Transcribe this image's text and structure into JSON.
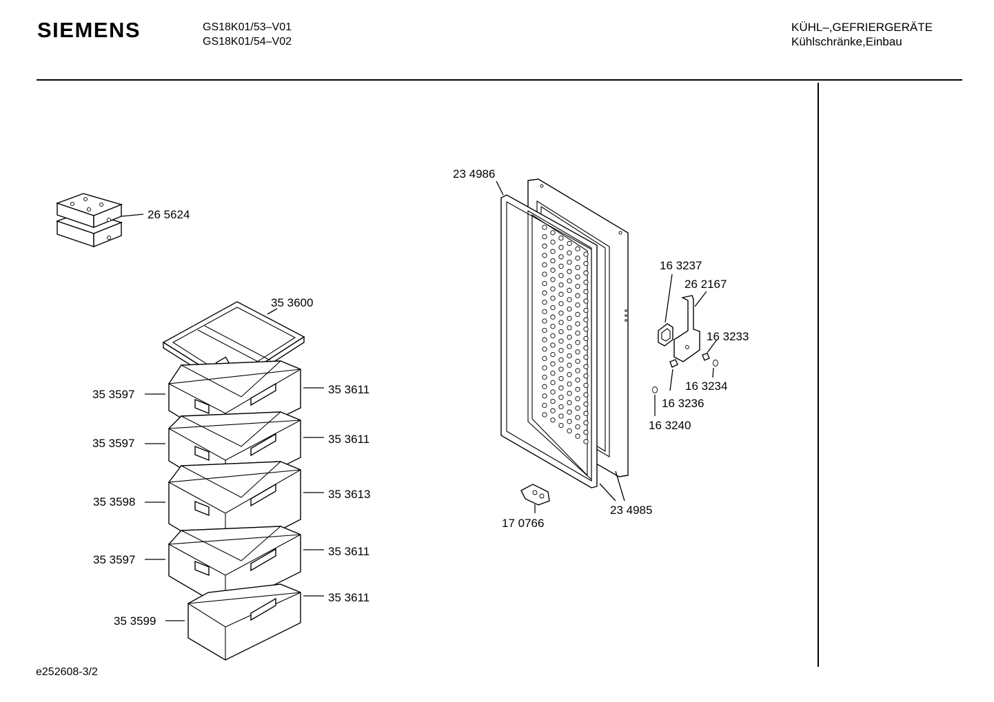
{
  "header": {
    "brand": "SIEMENS",
    "models": [
      "GS18K01/53–V01",
      "GS18K01/54–V02"
    ],
    "category": [
      "KÜHL–,GEFRIERGERÄTE",
      "Kühlschränke,Einbau"
    ]
  },
  "footer": {
    "doc_id": "e252608-3/2"
  },
  "parts": [
    {
      "id": "cold-pack",
      "label": "26 5624"
    },
    {
      "id": "drawer-lid",
      "label": "35 3600"
    },
    {
      "id": "drawer-1-left",
      "label": "35 3597"
    },
    {
      "id": "drawer-2-left",
      "label": "35 3597"
    },
    {
      "id": "drawer-3-left",
      "label": "35 3598"
    },
    {
      "id": "drawer-4-left",
      "label": "35 3597"
    },
    {
      "id": "drawer-5-left",
      "label": "35 3599"
    },
    {
      "id": "drawer-1-right",
      "label": "35 3611"
    },
    {
      "id": "drawer-2-right",
      "label": "35 3611"
    },
    {
      "id": "drawer-3-right",
      "label": "35 3613"
    },
    {
      "id": "drawer-4-right",
      "label": "35 3611"
    },
    {
      "id": "drawer-5-right",
      "label": "35 3611"
    },
    {
      "id": "door-gasket",
      "label": "23 4986"
    },
    {
      "id": "door-inner",
      "label": "23 4985"
    },
    {
      "id": "door-stop",
      "label": "17 0766"
    },
    {
      "id": "hinge-cover",
      "label": "16 3237"
    },
    {
      "id": "hinge-bracket",
      "label": "26 2167"
    },
    {
      "id": "screw",
      "label": "16 3233"
    },
    {
      "id": "washer",
      "label": "16 3234"
    },
    {
      "id": "bushing",
      "label": "16 3236"
    },
    {
      "id": "cap",
      "label": "16 3240"
    }
  ]
}
